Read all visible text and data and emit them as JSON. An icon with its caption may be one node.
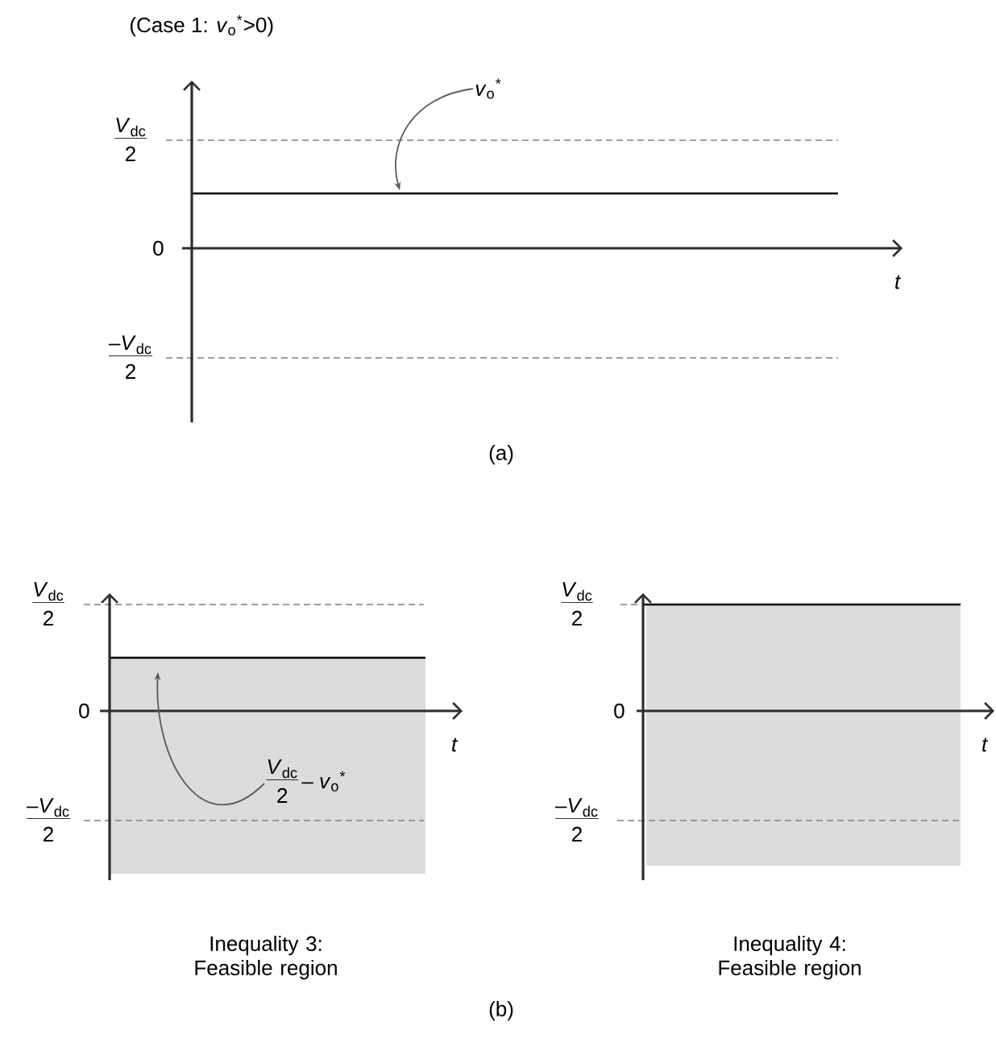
{
  "diagram": {
    "title": "(Case 1: *v*$_{o}$$^{*}$>0)",
    "nodes": [
      {
        "text": [
          "*v*$_{o}$$^{*}$"
        ]
      },
      {
        "text": [
          "*V*$_{dc}$",
          "2",
          "– *v*$_{o}$$^{*}$"
        ]
      }
    ],
    "edges": [
      {
        "from": 0,
        "to": null,
        "arrow": "to"
      },
      {
        "from": 1,
        "to": null,
        "arrow": "to"
      }
    ],
    "labels": [
      "*V*$_{dc}$",
      "2",
      "0",
      "–*V*$_{dc}$",
      "2",
      "*t*",
      "(a)",
      "*V*$_{dc}$",
      "2",
      "0",
      "–*V*$_{dc}$",
      "2",
      "*t*",
      "Inequality 3: Feasible region",
      "*V*$_{dc}$",
      "2",
      "0",
      "–*V*$_{dc}$",
      "2",
      "*t*",
      "Inequality 4: Feasible region",
      "(b)"
    ]
  }
}
